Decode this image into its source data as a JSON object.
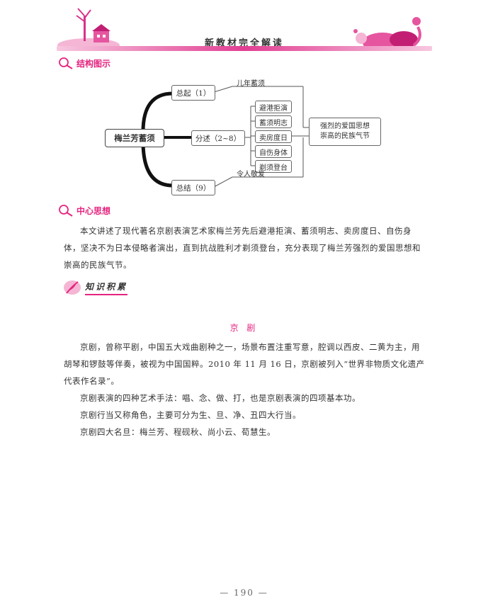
{
  "header": {
    "title": "新教材完全解读"
  },
  "structure": {
    "heading": "结构图示",
    "root": "梅兰芳蓄须",
    "branches": [
      {
        "label": "总起（1）",
        "note": "儿年蓄须"
      },
      {
        "label": "分述（2~8）",
        "items": [
          "避港拒演",
          "蓄须明志",
          "卖房度日",
          "自伤身体",
          "剃须登台"
        ],
        "summary": [
          "强烈的爱国思想",
          "崇高的民族气节"
        ]
      },
      {
        "label": "总结（9）",
        "note": "令人敬爱"
      }
    ]
  },
  "theme": {
    "heading": "中心思想",
    "text": "本文讲述了现代著名京剧表演艺术家梅兰芳先后避港拒演、蓄须明志、卖房度日、自伤身体，坚决不为日本侵略者演出，直到抗战胜利才剃须登台，充分表现了梅兰芳强烈的爱国思想和崇高的民族气节。"
  },
  "knowledge": {
    "heading": "知识积累",
    "title": "京 剧",
    "paragraphs": [
      "京剧，曾称平剧，中国五大戏曲剧种之一，场景布置注重写意，腔调以西皮、二黄为主，用胡琴和锣鼓等伴奏，被视为中国国粹。2010 年 11 月 16 日，京剧被列入“世界非物质文化遗产代表作名录”。",
      "京剧表演的四种艺术手法：唱、念、做、打，也是京剧表演的四项基本功。",
      "京剧行当又称角色，主要可分为生、旦、净、丑四大行当。",
      "京剧四大名旦：梅兰芳、程砚秋、尚小云、荀慧生。"
    ]
  },
  "footer": {
    "page_number": "— 190 —"
  }
}
